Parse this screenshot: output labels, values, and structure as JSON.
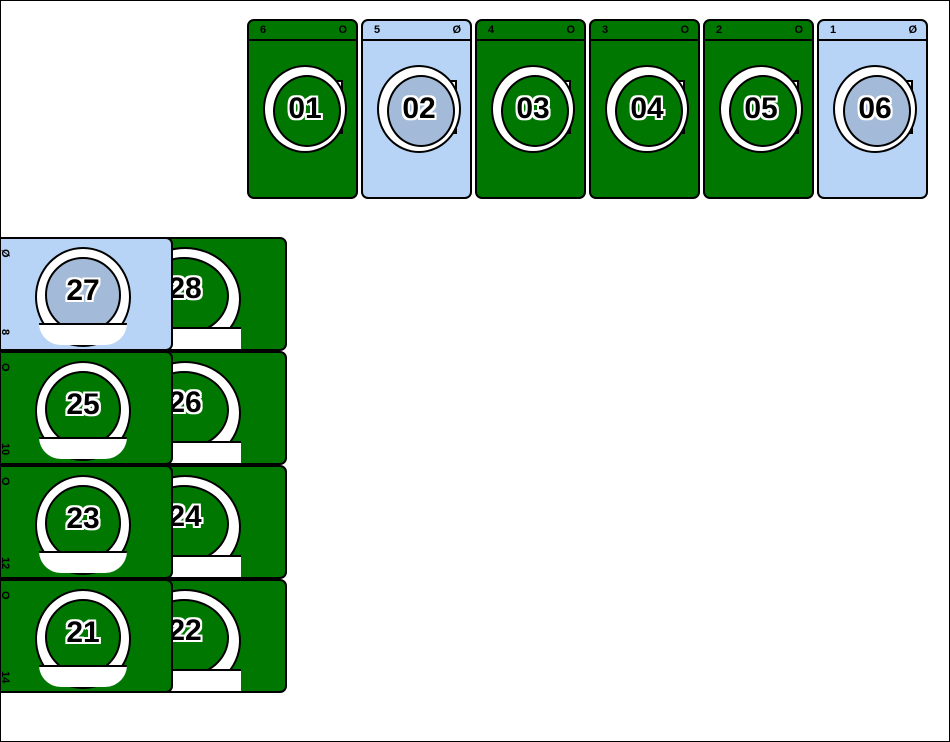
{
  "colors": {
    "in_use": "#007700",
    "available": "#b7d3f5",
    "door_available": "#a3bad8",
    "border": "#000000"
  },
  "top_row": [
    {
      "slot": "6",
      "status": "O",
      "label": "01",
      "state": "in_use"
    },
    {
      "slot": "5",
      "status": "Ø",
      "label": "02",
      "state": "available"
    },
    {
      "slot": "4",
      "status": "O",
      "label": "03",
      "state": "in_use"
    },
    {
      "slot": "3",
      "status": "O",
      "label": "04",
      "state": "in_use"
    },
    {
      "slot": "2",
      "status": "O",
      "label": "05",
      "state": "in_use"
    },
    {
      "slot": "1",
      "status": "Ø",
      "label": "06",
      "state": "available"
    }
  ],
  "left_stack": [
    {
      "front": "27",
      "back": "28",
      "front_state": "available",
      "back_state": "in_use",
      "status": "Ø",
      "slot": "8"
    },
    {
      "front": "25",
      "back": "26",
      "front_state": "in_use",
      "back_state": "in_use",
      "status": "O",
      "slot": "10"
    },
    {
      "front": "23",
      "back": "24",
      "front_state": "in_use",
      "back_state": "in_use",
      "status": "O",
      "slot": "12"
    },
    {
      "front": "21",
      "back": "22",
      "front_state": "in_use",
      "back_state": "in_use",
      "status": "O",
      "slot": "14"
    }
  ]
}
